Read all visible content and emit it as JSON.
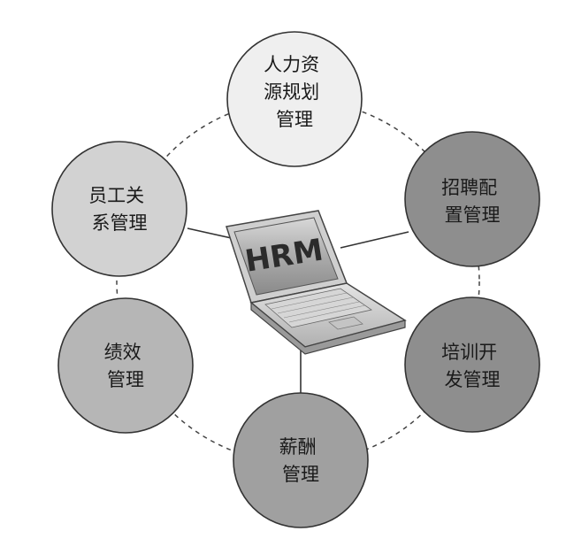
{
  "center_label": "HRM",
  "nodes": [
    {
      "id": "hr-planning",
      "lines": [
        "人力资",
        "源规划",
        "管理"
      ],
      "fill": "#efefef"
    },
    {
      "id": "recruitment",
      "lines": [
        "招聘配",
        "置管理"
      ],
      "fill": "#8e8e8e"
    },
    {
      "id": "training",
      "lines": [
        "培训开",
        "发管理"
      ],
      "fill": "#8e8e8e"
    },
    {
      "id": "compensation",
      "lines": [
        "薪酬",
        "管理"
      ],
      "fill": "#a0a0a0"
    },
    {
      "id": "performance",
      "lines": [
        "绩效",
        "管理"
      ],
      "fill": "#b6b6b6"
    },
    {
      "id": "employee-relations",
      "lines": [
        "员工关",
        "系管理"
      ],
      "fill": "#d2d2d2"
    }
  ],
  "colors": {
    "stroke": "#333333",
    "dashed_ring": "#444444"
  }
}
